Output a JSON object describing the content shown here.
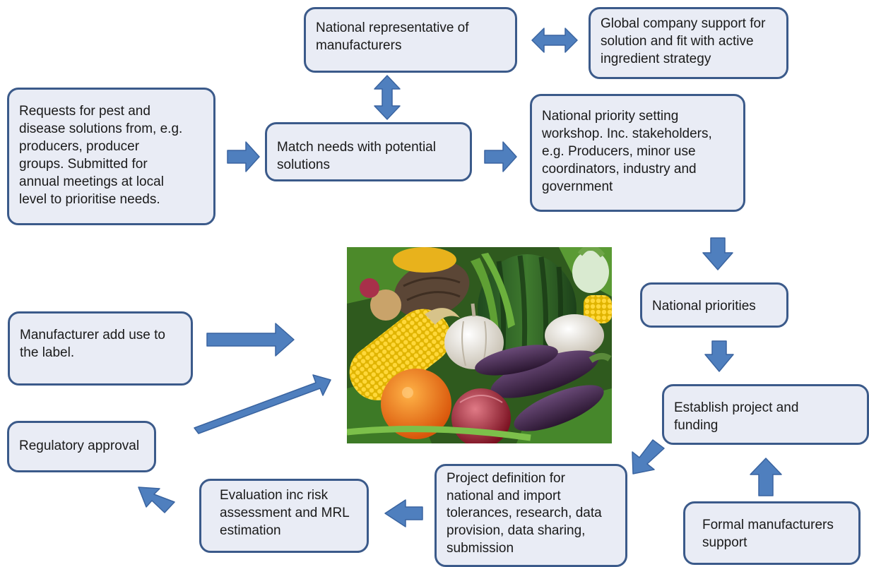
{
  "boxes": {
    "national_rep": "National representative of\nmanufacturers",
    "global_support": "Global company support for\nsolution and fit with active\ningredient strategy",
    "requests": "Requests for pest and\ndisease solutions from, e.g.\nproducers, producer\ngroups.  Submitted for\nannual meetings at local\nlevel to  prioritise needs.",
    "match_needs": "Match needs with potential\nsolutions",
    "priority_workshop": "National priority setting\nworkshop.  Inc. stakeholders,\ne.g. Producers, minor use\ncoordinators, industry and\ngovernment",
    "national_priorities": "National priorities",
    "manufacturer_label": "Manufacturer add use to\nthe label.",
    "establish_project": "Establish project and\nfunding",
    "regulatory_approval": "Regulatory approval",
    "evaluation": "Evaluation inc risk\nassessment and MRL\nestimation",
    "project_definition": "Project definition for\nnational and import\ntolerances, research, data\nprovision, data sharing,\nsubmission",
    "formal_support": "Formal manufacturers\nsupport"
  },
  "colors": {
    "box_fill": "#e9ecf5",
    "box_border": "#3b5a8a",
    "arrow_fill": "#4f7fbe"
  }
}
